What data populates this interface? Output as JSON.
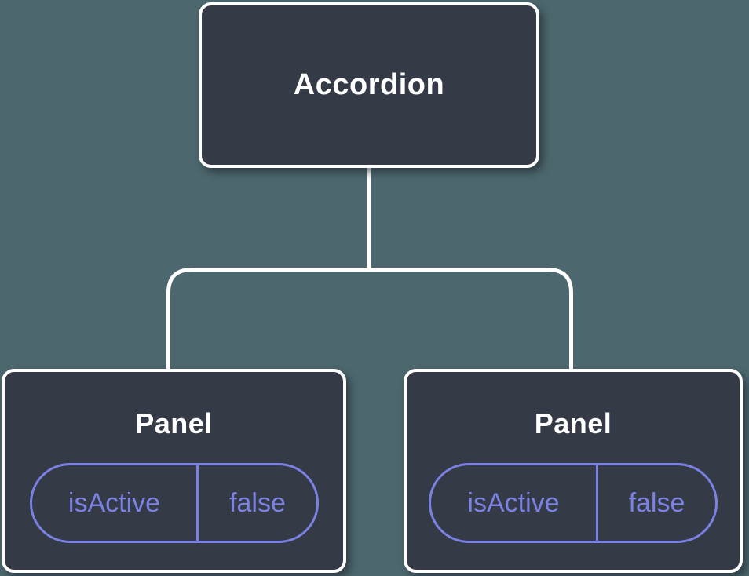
{
  "diagram": {
    "type": "component-tree",
    "root": {
      "label": "Accordion"
    },
    "children": [
      {
        "label": "Panel",
        "prop": {
          "name": "isActive",
          "value": "false"
        }
      },
      {
        "label": "Panel",
        "prop": {
          "name": "isActive",
          "value": "false"
        }
      }
    ],
    "colors": {
      "background": "#4c676d",
      "node_fill": "#343a46",
      "node_border": "#ffffff",
      "connector": "#ffffff",
      "accent_purple": "#7c81e4",
      "text_primary": "#ffffff"
    }
  }
}
